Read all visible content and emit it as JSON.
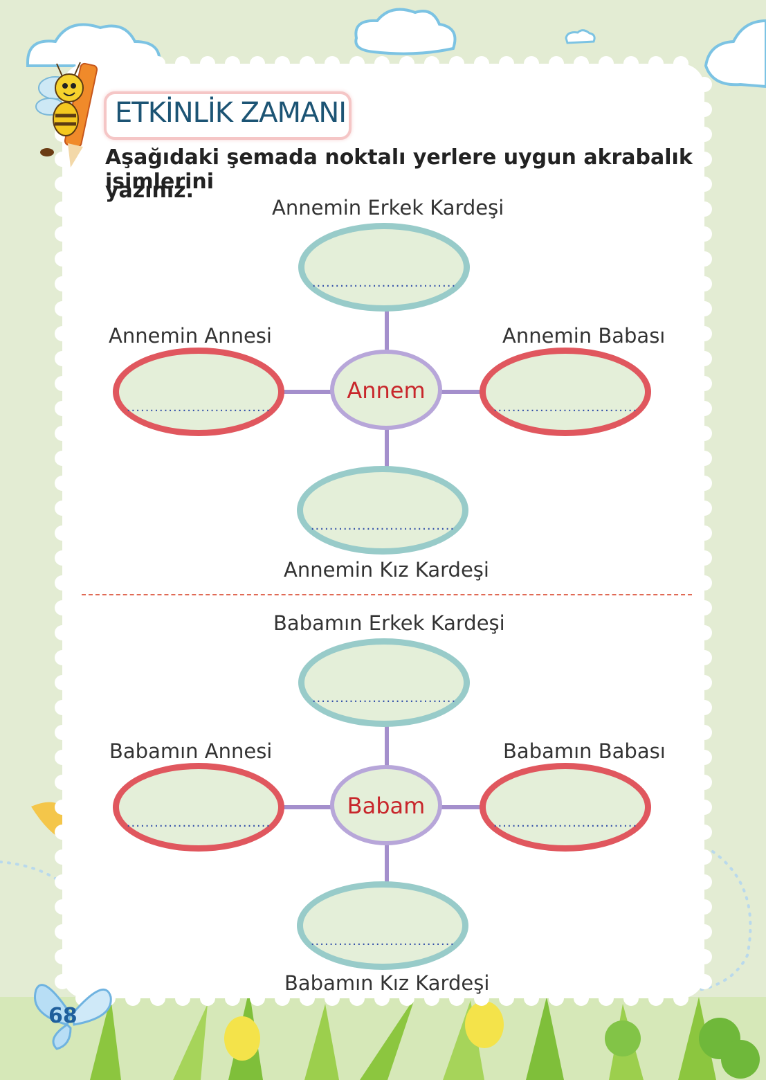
{
  "page": {
    "number": "68"
  },
  "activity": {
    "title": "ETKİNLİK ZAMANI",
    "instruction_line1": "Aşağıdaki şemada noktalı yerlere uygun akrabalık isimlerini",
    "instruction_line2": "yazınız."
  },
  "blank": "...............................",
  "diagram_mother": {
    "center": "Annem",
    "top_label": "Annemin Erkek Kardeşi",
    "left_label": "Annemin Annesi",
    "right_label": "Annemin Babası",
    "bottom_label": "Annemin Kız Kardeşi"
  },
  "diagram_father": {
    "center": "Babam",
    "top_label": "Babamın Erkek Kardeşi",
    "left_label": "Babamın Annesi",
    "right_label": "Babamın Babası",
    "bottom_label": "Babamın Kız Kardeşi"
  },
  "colors": {
    "background": "#e3ecd3",
    "title_text": "#1c5474",
    "teal_oval": "#98cbc9",
    "red_oval": "#e0575e",
    "center_oval": "#b7a6d9",
    "center_text": "#c8262b",
    "dots": "#2f4ca8"
  }
}
